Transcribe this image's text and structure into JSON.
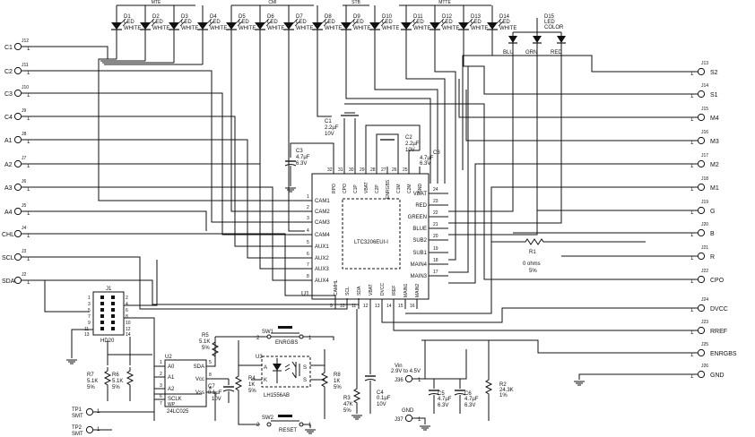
{
  "bus_labels": [
    "MTE",
    "CMI",
    "STB",
    "MTTE"
  ],
  "leds_white": [
    {
      "ref": "D1",
      "type": "LED",
      "color": "WHITE"
    },
    {
      "ref": "D2",
      "type": "LED",
      "color": "WHITE"
    },
    {
      "ref": "D3",
      "type": "LED",
      "color": "WHITE"
    },
    {
      "ref": "D4",
      "type": "LED",
      "color": "WHITE"
    },
    {
      "ref": "D5",
      "type": "LED",
      "color": "WHITE"
    },
    {
      "ref": "D6",
      "type": "LED",
      "color": "WHITE"
    },
    {
      "ref": "D7",
      "type": "LED",
      "color": "WHITE"
    },
    {
      "ref": "D8",
      "type": "LED",
      "color": "WHITE"
    },
    {
      "ref": "D9",
      "type": "LED",
      "color": "WHITE"
    },
    {
      "ref": "D10",
      "type": "LED",
      "color": "WHITE"
    },
    {
      "ref": "D11",
      "type": "LED",
      "color": "WHITE"
    },
    {
      "ref": "D12",
      "type": "LED",
      "color": "WHITE"
    },
    {
      "ref": "D13",
      "type": "LED",
      "color": "WHITE"
    },
    {
      "ref": "D14",
      "type": "LED",
      "color": "WHITE"
    }
  ],
  "led_rgb": {
    "ref": "D15",
    "type": "LED",
    "color": "COLOR",
    "channels": [
      "BLU",
      "GRN",
      "RED"
    ]
  },
  "left_jacks": [
    {
      "ref": "J12",
      "net": "C1",
      "pin": "1"
    },
    {
      "ref": "J11",
      "net": "C2",
      "pin": "1"
    },
    {
      "ref": "J10",
      "net": "C3",
      "pin": "1"
    },
    {
      "ref": "J9",
      "net": "C4",
      "pin": "1"
    },
    {
      "ref": "J8",
      "net": "A1",
      "pin": "1"
    },
    {
      "ref": "J7",
      "net": "A2",
      "pin": "1"
    },
    {
      "ref": "J6",
      "net": "A3",
      "pin": "1"
    },
    {
      "ref": "J5",
      "net": "A4",
      "pin": "1"
    },
    {
      "ref": "J4",
      "net": "CHL",
      "pin": "1"
    },
    {
      "ref": "J3",
      "net": "SCL",
      "pin": "1"
    },
    {
      "ref": "J2",
      "net": "SDA",
      "pin": "1"
    }
  ],
  "right_jacks": [
    {
      "ref": "J13",
      "net": "S2",
      "pin": "1"
    },
    {
      "ref": "J14",
      "net": "S1",
      "pin": "1"
    },
    {
      "ref": "J15",
      "net": "M4",
      "pin": "1"
    },
    {
      "ref": "J16",
      "net": "M3",
      "pin": "1"
    },
    {
      "ref": "J17",
      "net": "M2",
      "pin": "1"
    },
    {
      "ref": "J18",
      "net": "M1",
      "pin": "1"
    },
    {
      "ref": "J19",
      "net": "G",
      "pin": "1"
    },
    {
      "ref": "J20",
      "net": "B",
      "pin": "1"
    },
    {
      "ref": "J21",
      "net": "R",
      "pin": "1"
    },
    {
      "ref": "J22",
      "net": "CPO",
      "pin": "1"
    },
    {
      "ref": "J24",
      "net": "DVCC",
      "pin": "1"
    },
    {
      "ref": "J23",
      "net": "RREF",
      "pin": "1"
    },
    {
      "ref": "J25",
      "net": "ENRGBS",
      "pin": "1"
    },
    {
      "ref": "J26",
      "net": "GND",
      "pin": "1"
    }
  ],
  "u1": {
    "ref": "U1",
    "part": "LTC3206EUI-I",
    "left_pins": [
      {
        "name": "CAM1",
        "num": "1"
      },
      {
        "name": "CAM2",
        "num": "2"
      },
      {
        "name": "CAM3",
        "num": "3"
      },
      {
        "name": "CAM4",
        "num": "4"
      },
      {
        "name": "AUX1",
        "num": "5"
      },
      {
        "name": "AUX2",
        "num": "6"
      },
      {
        "name": "AUX3",
        "num": "7"
      },
      {
        "name": "AUX4",
        "num": "8"
      }
    ],
    "right_pins": [
      {
        "name": "VBAT",
        "num": "24"
      },
      {
        "name": "RED",
        "num": "23"
      },
      {
        "name": "GREEN",
        "num": "22"
      },
      {
        "name": "BLUE",
        "num": "21"
      },
      {
        "name": "SUB2",
        "num": "20"
      },
      {
        "name": "SUB1",
        "num": "19"
      },
      {
        "name": "MAIN4",
        "num": "18"
      },
      {
        "name": "MAIN3",
        "num": "17"
      }
    ],
    "top_pins": [
      {
        "name": "RPO",
        "num": "32"
      },
      {
        "name": "CPO",
        "num": "31"
      },
      {
        "name": "C1P",
        "num": "30"
      },
      {
        "name": "VBAT",
        "num": "29"
      },
      {
        "name": "C2P",
        "num": "28"
      },
      {
        "name": "ENRGBS",
        "num": "27"
      },
      {
        "name": "C1M",
        "num": "26"
      },
      {
        "name": "C2M",
        "num": "25"
      },
      {
        "name": "GND",
        "num": ""
      }
    ],
    "bottom_pins": [
      {
        "name": "CAMHL",
        "num": "9"
      },
      {
        "name": "SCL",
        "num": "10"
      },
      {
        "name": "SDA",
        "num": "11"
      },
      {
        "name": "VBAT",
        "num": "12"
      },
      {
        "name": "DVCC",
        "num": "13"
      },
      {
        "name": "IREF",
        "num": "14"
      },
      {
        "name": "MAIN1",
        "num": "15"
      },
      {
        "name": "MAIN2",
        "num": "16"
      }
    ]
  },
  "caps": [
    {
      "ref": "C1",
      "value": "2.2µF",
      "rating": "10V"
    },
    {
      "ref": "C2",
      "value": "2.2µF",
      "rating": "10V"
    },
    {
      "ref": "C3",
      "value": "4.7µF",
      "rating": "6.3V"
    },
    {
      "ref": "C8",
      "value": "4.7µF",
      "rating": "6.3V"
    },
    {
      "ref": "C4",
      "value": "0.1µF",
      "rating": "10V"
    },
    {
      "ref": "C5",
      "value": "4.7µF",
      "rating": "6.3V"
    },
    {
      "ref": "C6",
      "value": "4.7µF",
      "rating": "6.3V"
    },
    {
      "ref": "C7",
      "value": "0.1µF",
      "rating": "10V"
    }
  ],
  "r1": {
    "ref": "R1",
    "value": "0 ohms",
    "tol": "5%"
  },
  "r2": {
    "ref": "R2",
    "value": "24.3K",
    "tol": "1%"
  },
  "r3": {
    "ref": "R3",
    "value": "47K",
    "tol": "5%"
  },
  "r4": {
    "ref": "R4",
    "value": "1K",
    "tol": "5%"
  },
  "r5": {
    "ref": "R5",
    "value": "5.1K",
    "tol": "5%"
  },
  "r6": {
    "ref": "R6",
    "value": "5.1K",
    "tol": "5%"
  },
  "r7": {
    "ref": "R7",
    "value": "5.1K",
    "tol": "5%"
  },
  "r8": {
    "ref": "R8",
    "value": "1K",
    "tol": "5%"
  },
  "j1": {
    "ref": "J1",
    "part": "HD20",
    "pins": [
      "1",
      "2",
      "3",
      "4",
      "5",
      "6",
      "7",
      "8",
      "9",
      "10",
      "11",
      "12",
      "13",
      "14"
    ]
  },
  "u2": {
    "ref": "U2",
    "part": "24LC025",
    "left_pins": [
      "A0",
      "A1",
      "A2",
      "SCLK",
      "WP"
    ],
    "right_pins": [
      "SDA",
      "Vcc",
      "Vss"
    ],
    "pin_numbers": [
      "1",
      "2",
      "3",
      "6",
      "7",
      "5",
      "8",
      "4"
    ]
  },
  "u3": {
    "ref": "U3",
    "part": "LH1556AB",
    "pins": [
      "A",
      "K",
      "S",
      "S"
    ]
  },
  "sw1": {
    "ref": "SW1",
    "label": "ENRGBS",
    "pins": [
      "2",
      "1"
    ]
  },
  "sw2": {
    "ref": "SW2",
    "label": "RESET",
    "pins": [
      "2",
      "1"
    ]
  },
  "vin": {
    "ref": "J36",
    "label": "Vin",
    "range": "2.9V to 4.5V",
    "pin": "1"
  },
  "gnd_jack": {
    "ref": "J37",
    "label": "GND",
    "pin": "1"
  },
  "test_points": [
    {
      "ref": "TP1",
      "label": "SMT",
      "pin": "1"
    },
    {
      "ref": "TP2",
      "label": "SMT",
      "pin": "1"
    }
  ]
}
